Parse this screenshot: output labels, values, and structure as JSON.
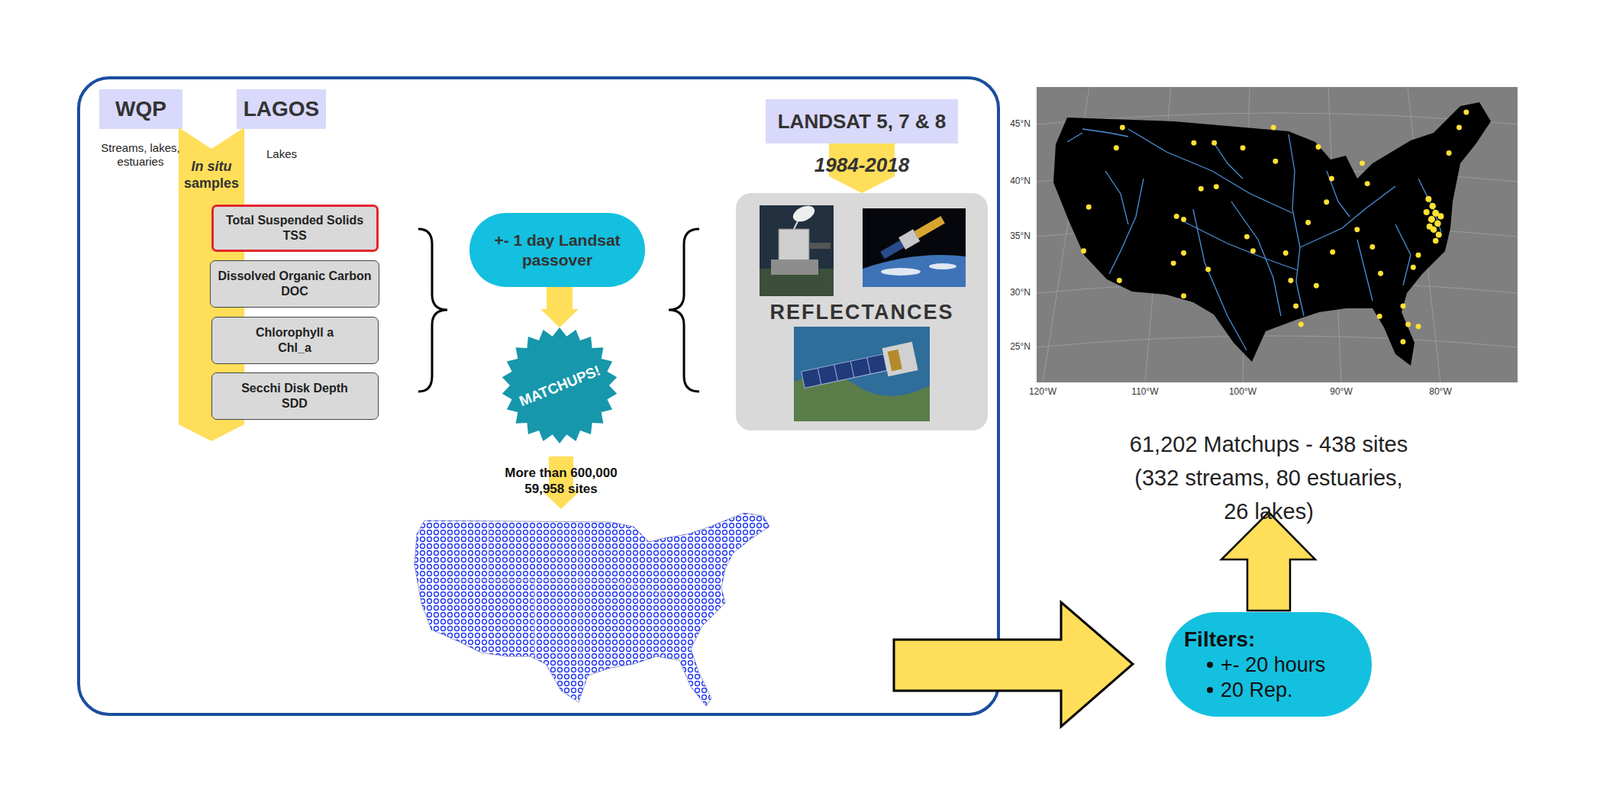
{
  "diagram": {
    "nodes": [
      {
        "text": [
          "WQP"
        ]
      },
      {
        "text": [
          "LAGOS"
        ]
      },
      {
        "text": [
          "LANDSAT 5, 7 & 8"
        ]
      },
      {
        "text": [
          "In situ",
          "samples"
        ]
      },
      {
        "text": [
          "Total Suspended Solids",
          "TSS"
        ]
      },
      {
        "text": [
          "Dissolved Organic Carbon",
          "DOC"
        ]
      },
      {
        "text": [
          "Chlorophyll a",
          "Chl_a"
        ]
      },
      {
        "text": [
          "Secchi Disk Depth",
          "SDD"
        ]
      },
      {
        "text": [
          "+- 1 day Landsat passover"
        ]
      },
      {
        "text": [
          "MATCHUPS!"
        ]
      },
      {
        "text": [
          "REFLECTANCES"
        ]
      },
      {
        "text": [
          "Filters:",
          "+- 20 hours",
          "20 Rep."
        ]
      }
    ],
    "edges": [
      {
        "from": 8,
        "to": 9,
        "arrow": "to"
      },
      {
        "from": 2,
        "to": 10,
        "label": "1984-2018",
        "arrow": "to"
      }
    ],
    "labels": [
      "Streams, lakes, estuaries",
      "Lakes",
      "More than 600,000",
      "59,958 sites",
      "61,202 Matchups - 438 sites (332 streams, 80 estuaries, 26 lakes)",
      "45°N",
      "40°N",
      "35°N",
      "30°N",
      "25°N",
      "120°W",
      "110°W",
      "100°W",
      "90°W",
      "80°W"
    ]
  }
}
